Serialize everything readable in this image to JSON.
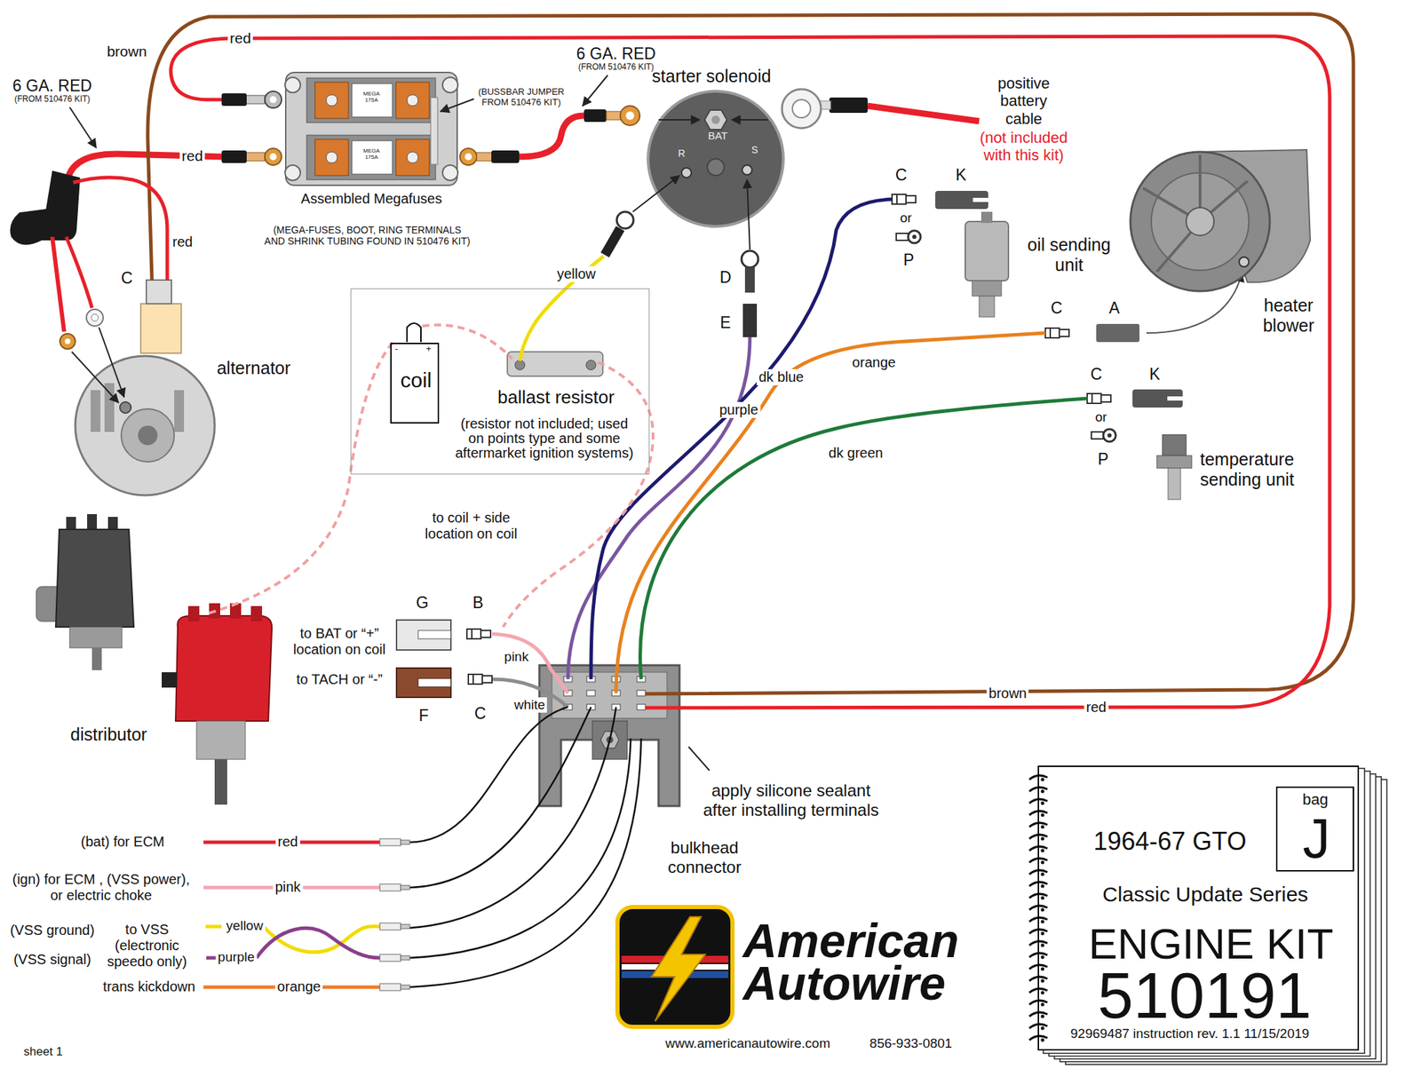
{
  "diagram": {
    "nodes": [
      {
        "text": [
          "ballast resistor",
          "(resistor not included; used on points type and some aftermarket ignition systems)"
        ]
      },
      {
        "text": [
          "coil"
        ],
        "in": 0
      },
      {
        "text": [
          "American Autowire"
        ]
      },
      {
        "text": [
          "1964-67 GTO",
          "Classic Update Series",
          "ENGINE KIT",
          "510191",
          "92969487 instruction rev. 1.1 11/15/2019"
        ]
      },
      {
        "text": [
          "bag",
          "J"
        ],
        "in": 3
      }
    ],
    "labels": [
      "brown",
      "red",
      "6 GA. RED",
      "(FROM 510476 KIT)",
      "starter solenoid",
      "positive battery cable",
      "(not included with this kit)",
      "6 GA. RED",
      "(FROM 510476 KIT)",
      "(BUSSBAR JUMPER FROM 510476 KIT)",
      "red",
      "MEGA 175A",
      "MEGA 175A",
      "BAT",
      "R",
      "S",
      "Assembled Megafuses",
      "(MEGA-FUSES, BOOT, RING TERMINALS AND SHRINK TUBING FOUND IN 510476 KIT)",
      "red",
      "C",
      "alternator",
      "yellow",
      "D",
      "E",
      "C",
      "K",
      "or",
      "P",
      "oil sending unit",
      "dk blue",
      "purple",
      "C",
      "A",
      "heater blower",
      "orange",
      "C",
      "K",
      "or",
      "P",
      "temperature sending unit",
      "dk green",
      "to coil + side location on coil",
      "G",
      "B",
      "to BAT or “+” location on coil",
      "pink",
      "to TACH or “-”",
      "white",
      "F",
      "C",
      "distributor",
      "brown",
      "red",
      "apply silicone sealant after installing terminals",
      "bulkhead connector",
      "(bat) for ECM",
      "red",
      "(ign) for ECM , (VSS power), or electric choke",
      "pink",
      "(VSS ground)",
      "to VSS (electronic speedo only)",
      "yellow",
      "(VSS signal)",
      "purple",
      "trans kickdown",
      "orange",
      "www.americanautowire.com",
      "856-933-0801",
      "sheet 1",
      "-",
      "+"
    ]
  }
}
